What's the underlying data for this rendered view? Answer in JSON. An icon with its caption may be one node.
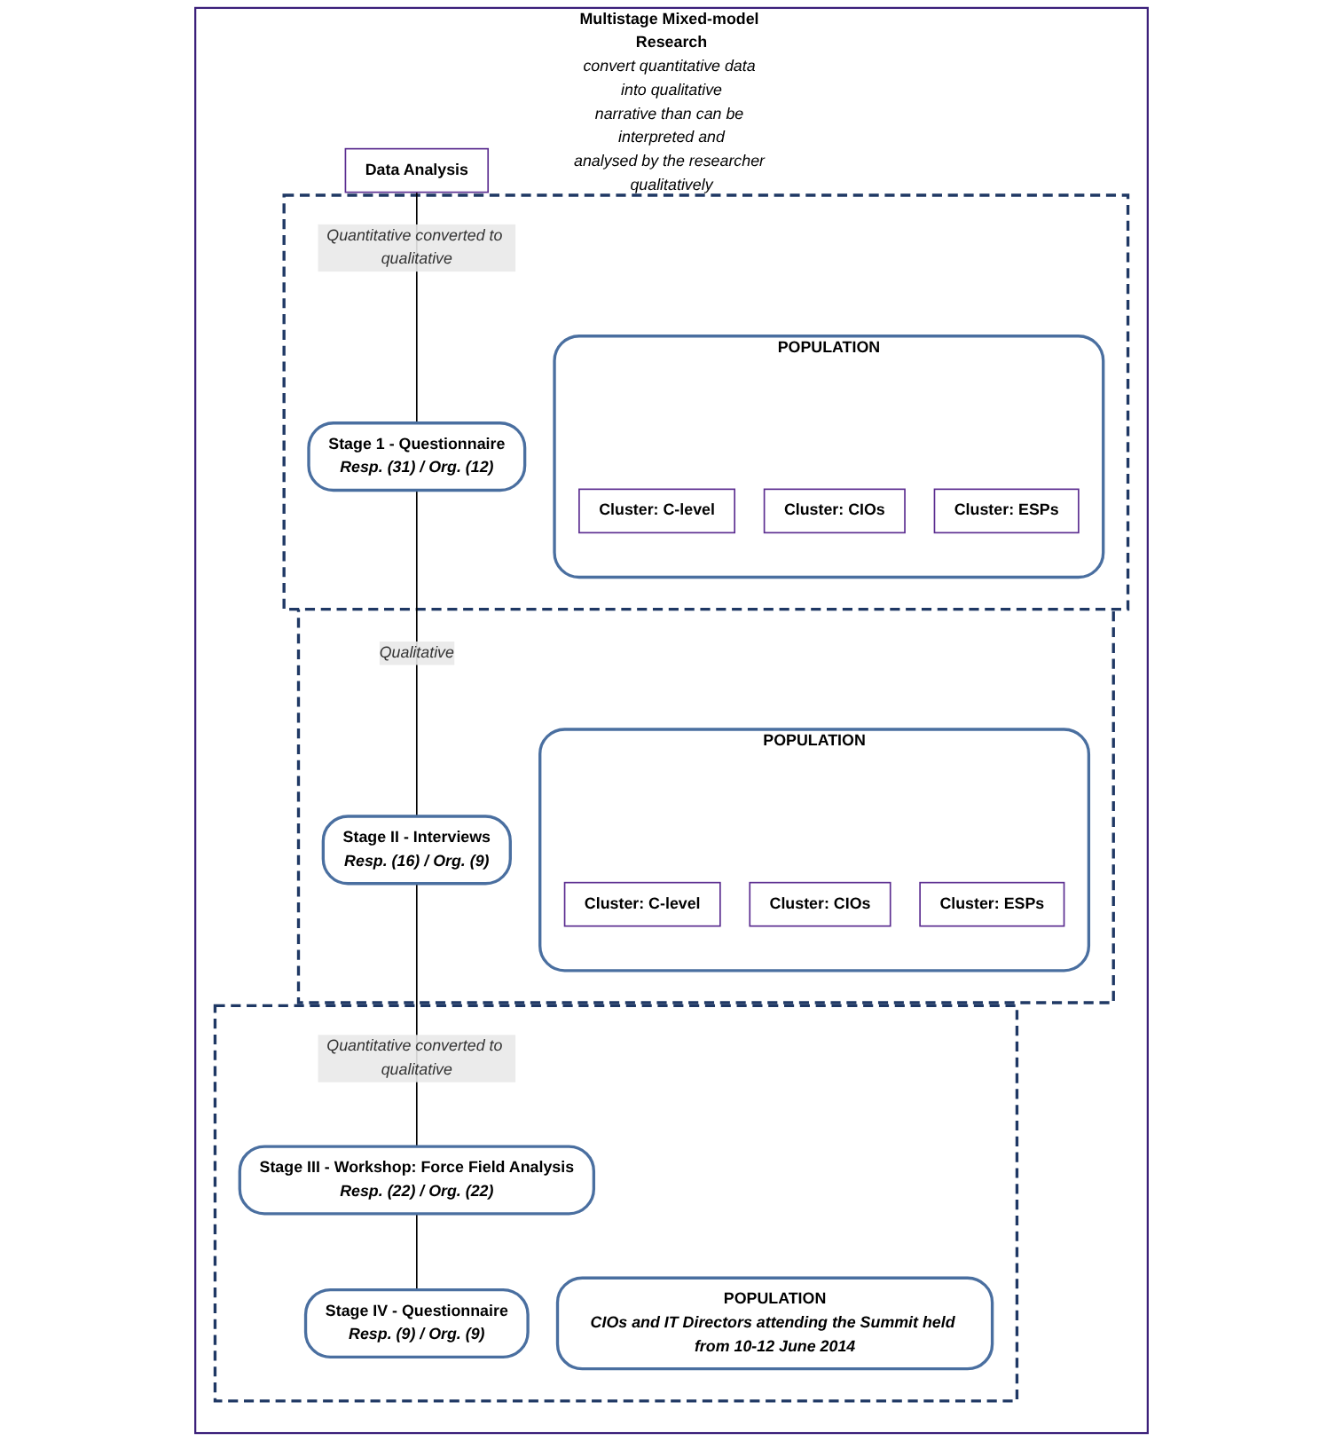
{
  "diagram": {
    "nodes": [
      {
        "text": [
          "Multistage Mixed-model Research",
          "convert quantitative data into qualitative narrative than can be interpreted and analysed by the researcher qualitatively"
        ]
      },
      {
        "text": [
          "Data Analysis"
        ],
        "in": 0
      },
      {
        "text": [],
        "shape": "box",
        "in": 0
      },
      {
        "text": [
          "Stage 1 - Questionnaire",
          "Resp. (31) / Org. (12)"
        ],
        "in": 2
      },
      {
        "text": [
          "POPULATION"
        ],
        "in": 2
      },
      {
        "text": [
          "Cluster: C-level"
        ],
        "in": 4
      },
      {
        "text": [
          "Cluster: CIOs"
        ],
        "in": 4
      },
      {
        "text": [
          "Cluster: ESPs"
        ],
        "in": 4
      },
      {
        "text": [],
        "shape": "box",
        "in": 0
      },
      {
        "text": [
          "Stage II - Interviews",
          "Resp. (16) / Org. (9)"
        ],
        "in": 8
      },
      {
        "text": [
          "POPULATION"
        ],
        "in": 8
      },
      {
        "text": [
          "Cluster: C-level"
        ],
        "in": 10
      },
      {
        "text": [
          "Cluster: CIOs"
        ],
        "in": 10
      },
      {
        "text": [
          "Cluster: ESPs"
        ],
        "in": 10
      },
      {
        "text": [],
        "shape": "box",
        "in": 0
      },
      {
        "text": [
          "Stage III - Workshop: Force Field Analysis",
          "Resp. (22) / Org. (22)"
        ],
        "in": 14
      },
      {
        "text": [
          "Stage IV - Questionnaire",
          "Resp. (9) / Org. (9)"
        ],
        "in": 14
      },
      {
        "text": [
          "POPULATION",
          "CIOs and IT Directors attending the Summit held from 10-12 June 2014"
        ],
        "in": 14
      }
    ],
    "edges": [
      {
        "from": 1,
        "to": 3,
        "arrow": "none",
        "label": "Quantitative converted to qualitative"
      },
      {
        "from": 3,
        "to": 9,
        "arrow": "none",
        "label": "Qualitative"
      },
      {
        "from": 9,
        "to": 15,
        "arrow": "none",
        "label": "Quantitative converted to qualitative"
      },
      {
        "from": 15,
        "to": 16,
        "arrow": "none"
      }
    ]
  }
}
